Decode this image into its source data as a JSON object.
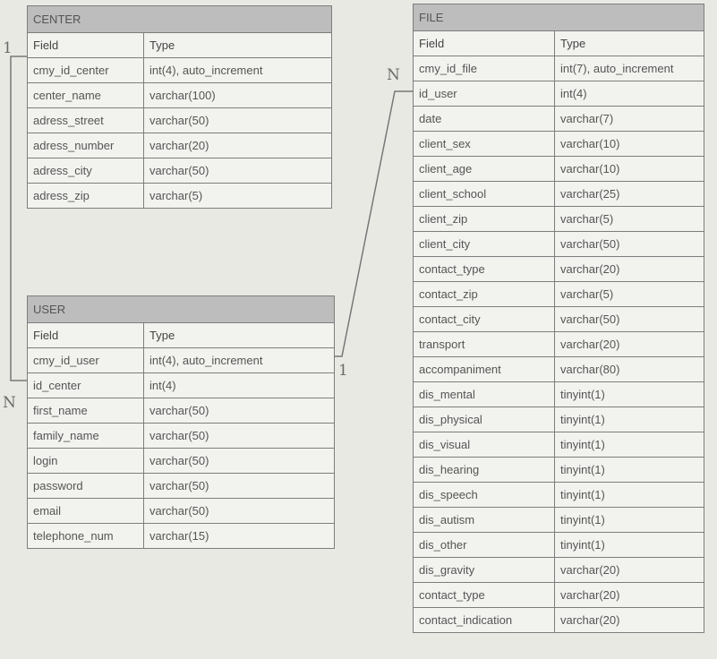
{
  "tables": {
    "center": {
      "name": "CENTER",
      "header": [
        "Field",
        "Type"
      ],
      "rows": [
        [
          "cmy_id_center",
          "int(4), auto_increment"
        ],
        [
          "center_name",
          "varchar(100)"
        ],
        [
          "adress_street",
          "varchar(50)"
        ],
        [
          "adress_number",
          "varchar(20)"
        ],
        [
          "adress_city",
          "varchar(50)"
        ],
        [
          "adress_zip",
          "varchar(5)"
        ]
      ]
    },
    "user": {
      "name": "USER",
      "header": [
        "Field",
        "Type"
      ],
      "rows": [
        [
          "cmy_id_user",
          "int(4), auto_increment"
        ],
        [
          "id_center",
          "int(4)"
        ],
        [
          "first_name",
          "varchar(50)"
        ],
        [
          "family_name",
          "varchar(50)"
        ],
        [
          "login",
          "varchar(50)"
        ],
        [
          "password",
          "varchar(50)"
        ],
        [
          "email",
          "varchar(50)"
        ],
        [
          "telephone_num",
          "varchar(15)"
        ]
      ]
    },
    "file": {
      "name": "FILE",
      "header": [
        "Field",
        "Type"
      ],
      "rows": [
        [
          "cmy_id_file",
          "int(7), auto_increment"
        ],
        [
          "id_user",
          "int(4)"
        ],
        [
          "date",
          "varchar(7)"
        ],
        [
          "client_sex",
          "varchar(10)"
        ],
        [
          "client_age",
          "varchar(10)"
        ],
        [
          "client_school",
          "varchar(25)"
        ],
        [
          "client_zip",
          "varchar(5)"
        ],
        [
          "client_city",
          "varchar(50)"
        ],
        [
          "contact_type",
          "varchar(20)"
        ],
        [
          "contact_zip",
          "varchar(5)"
        ],
        [
          "contact_city",
          "varchar(50)"
        ],
        [
          "transport",
          "varchar(20)"
        ],
        [
          "accompaniment",
          "varchar(80)"
        ],
        [
          "dis_mental",
          "tinyint(1)"
        ],
        [
          "dis_physical",
          "tinyint(1)"
        ],
        [
          "dis_visual",
          "tinyint(1)"
        ],
        [
          "dis_hearing",
          "tinyint(1)"
        ],
        [
          "dis_speech",
          "tinyint(1)"
        ],
        [
          "dis_autism",
          "tinyint(1)"
        ],
        [
          "dis_other",
          "tinyint(1)"
        ],
        [
          "dis_gravity",
          "varchar(20)"
        ],
        [
          "contact_type",
          "varchar(20)"
        ],
        [
          "contact_indication",
          "varchar(20)"
        ]
      ]
    }
  },
  "relations": [
    {
      "from": "CENTER",
      "to": "USER",
      "from_card": "1",
      "to_card": "N"
    },
    {
      "from": "USER",
      "to": "FILE",
      "from_card": "1",
      "to_card": "N"
    }
  ]
}
